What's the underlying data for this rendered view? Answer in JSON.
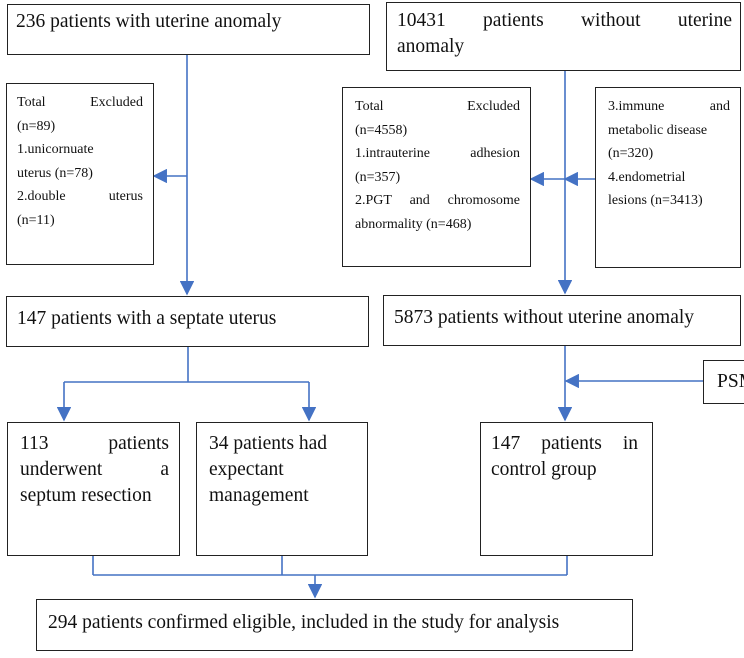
{
  "boxes": {
    "uterine_anomaly": "236 patients with uterine anomaly",
    "without_anomaly_l1": "10431 patients without uterine",
    "without_anomaly_l2": "anomaly",
    "excl_left": {
      "total": "Total Excluded",
      "n_total": "(n=89)",
      "item1a": "1.unicornuate",
      "item1b": "uterus (n=78)",
      "item2a": "2.double uterus",
      "item2b": "(n=11)"
    },
    "excl_mid": {
      "total": "Total Excluded",
      "n_total": "(n=4558)",
      "item1a": "1.intrauterine adhesion",
      "item1b": "(n=357)",
      "item2a": "2.PGT and chromosome",
      "item2b": "abnormality (n=468)"
    },
    "excl_right": {
      "item3a": "3.immune and",
      "item3b": "metabolic disease",
      "item3c": "(n=320)",
      "item4a": "4.endometrial",
      "item4b": "lesions (n=3413)"
    },
    "septate": "147 patients with a septate uterus",
    "without_5873": "5873 patients without uterine anomaly",
    "psm": "PSM",
    "resection_l1": "113 patients",
    "resection_l2": "underwent a",
    "resection_l3": "septum resection",
    "expectant_l1": "34 patients had",
    "expectant_l2": "expectant",
    "expectant_l3": "management",
    "control_l1": "147 patients in",
    "control_l2": "control group",
    "final": "294 patients confirmed eligible, included in the study for analysis"
  },
  "colors": {
    "arrow": "#4472c4",
    "border": "#222222"
  }
}
